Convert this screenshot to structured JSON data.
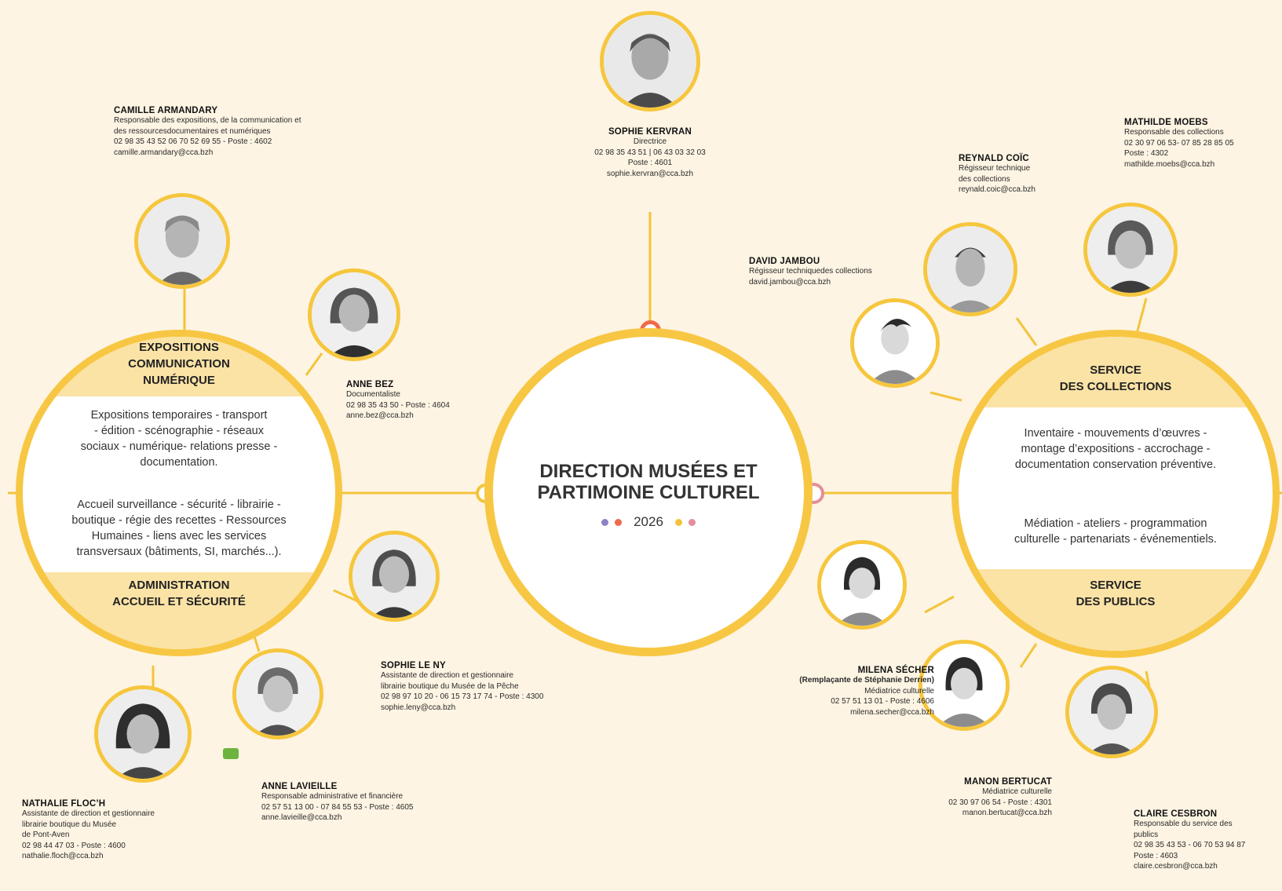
{
  "center": {
    "title_line1": "DIRECTION MUSÉES ET",
    "title_line2": "PARTIMOINE CULTUREL",
    "year": "2026",
    "dot_colors": [
      "#8c84c4",
      "#ef6a4a",
      "#f3c43b",
      "#e58e99"
    ]
  },
  "left_hub": {
    "top_title_1": "EXPOSITIONS",
    "top_title_2": "COMMUNICATION",
    "top_title_3": "NUMÉRIQUE",
    "top_text_1": "Expositions temporaires - transport",
    "top_text_2": "- édition - scénographie - réseaux",
    "top_text_3": "sociaux - numérique- relations presse -",
    "top_text_4": "documentation.",
    "bottom_text_1": "Accueil surveillance - sécurité - librairie -",
    "bottom_text_2": "boutique - régie des recettes - Ressources",
    "bottom_text_3": "Humaines - liens avec les services",
    "bottom_text_4": "transversaux (bâtiments, SI, marchés...).",
    "bottom_title_1": "ADMINISTRATION",
    "bottom_title_2": "ACCUEIL ET SÉCURITÉ"
  },
  "right_hub": {
    "top_title_1": "SERVICE",
    "top_title_2": "DES COLLECTIONS",
    "top_text_1": "Inventaire - mouvements d’œuvres -",
    "top_text_2": "montage d’expositions - accrochage -",
    "top_text_3": "documentation conservation préventive.",
    "bottom_text_1": "Médiation - ateliers - programmation",
    "bottom_text_2": "culturelle - partenariats - événementiels.",
    "bottom_title_1": "SERVICE",
    "bottom_title_2": "DES PUBLICS"
  },
  "people": {
    "kervran": {
      "name": "SOPHIE KERVRAN",
      "l1": "Directrice",
      "l2": "02 98 35 43 51  |  06 43 03 32 03",
      "l3": "Poste : 4601",
      "l4": "sophie.kervran@cca.bzh"
    },
    "armandary": {
      "name": "CAMILLE ARMANDARY",
      "l1": "Responsable des expositions, de la communication et",
      "l2": "des ressourcesdocumentaires et numériques",
      "l3": "02 98 35 43 52 06 70 52 69 55 - Poste : 4602",
      "l4": "camille.armandary@cca.bzh"
    },
    "bez": {
      "name": "ANNE BEZ",
      "l1": "Documentaliste",
      "l2": "02 98 35 43 50 - Poste : 4604",
      "l3": "anne.bez@cca.bzh"
    },
    "leny": {
      "name": "SOPHIE LE NY",
      "l1": "Assistante de direction et gestionnaire",
      "l2": "librairie boutique du Musée de la Pêche",
      "l3": "02 98 97 10 20  - 06 15 73 17 74 - Poste : 4300",
      "l4": "sophie.leny@cca.bzh"
    },
    "lavieille": {
      "name": "ANNE LAVIEILLE",
      "l1": "Responsable administrative et financière",
      "l2": "02 57 51 13 00 - 07 84 55 53 - Poste : 4605",
      "l3": "anne.lavieille@cca.bzh"
    },
    "floch": {
      "name": "NATHALIE FLOC’H",
      "l1": "Assistante de direction et gestionnaire",
      "l2": "librairie boutique du Musée",
      "l3": "de Pont-Aven",
      "l4": "02 98 44 47 03 - Poste : 4600",
      "l5": "nathalie.floch@cca.bzh"
    },
    "jambou": {
      "name": "DAVID JAMBOU",
      "l1": "Régisseur techniquedes collections",
      "l2": "david.jambou@cca.bzh"
    },
    "coic": {
      "name": "REYNALD COÏC",
      "l1": "Régisseur technique",
      "l2": "des collections",
      "l3": "reynald.coic@cca.bzh"
    },
    "moebs": {
      "name": "MATHILDE MOEBS",
      "l1": "Responsable des collections",
      "l2": "02 30 97 06 53- 07 85 28 85 05",
      "l3": "Poste : 4302",
      "l4": "mathilde.moebs@cca.bzh"
    },
    "secher": {
      "name": "MILENA SÉCHER",
      "l1": "(Remplaçante de Stéphanie Derrien)",
      "l2": "Médiatrice culturelle",
      "l3": "02 57 51 13 01 - Poste : 4606",
      "l4": "milena.secher@cca.bzh"
    },
    "bertucat": {
      "name": "MANON BERTUCAT",
      "l1": "Médiatrice culturelle",
      "l2": "02 30 97 06 54 - Poste : 4301",
      "l3": "manon.bertucat@cca.bzh"
    },
    "cesbron": {
      "name": "CLAIRE CESBRON",
      "l1": "Responsable du service des",
      "l2": "publics",
      "l3": "02 98 35 43 53 - 06 70 53 94 87",
      "l4": "Poste : 4603",
      "l5": "claire.cesbron@cca.bzh"
    }
  },
  "colors": {
    "background": "#fdf4e3",
    "accent": "#f7c744",
    "band": "#fbe3a6",
    "line": "#f3c43b"
  }
}
